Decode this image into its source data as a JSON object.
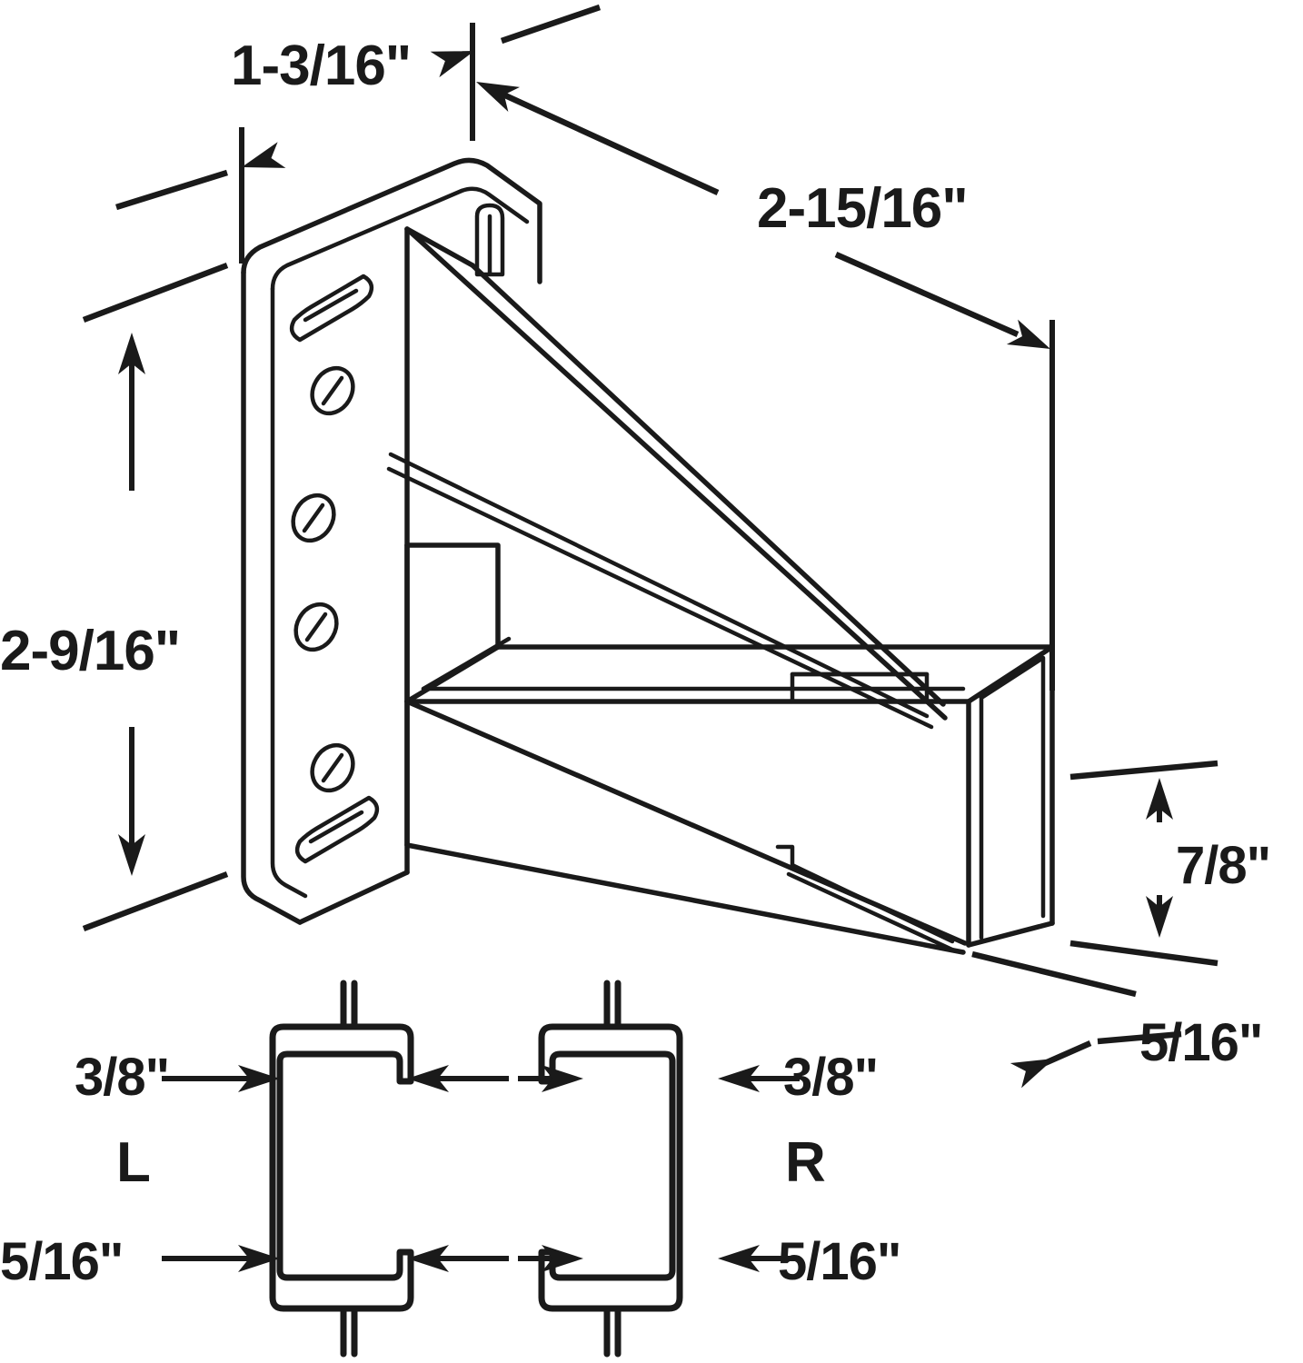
{
  "drawing": {
    "title": "Drawer Slide Bracket Dimension Drawing",
    "units": "inches",
    "line_color": "#1a1a1a",
    "background_color": "#ffffff"
  },
  "dimensions": {
    "depth_top": "1-3/16\"",
    "width_top": "2-15/16\"",
    "height_left": "2-9/16\"",
    "channel_height_right": "7/8\"",
    "flange_right": "5/16\"",
    "left_profile_top": "3/8\"",
    "left_profile_bottom": "5/16\"",
    "right_profile_top": "3/8\"",
    "right_profile_bottom": "5/16\""
  },
  "profiles": {
    "left_label": "L",
    "right_label": "R"
  },
  "icons": {
    "arrow": "arrow-head",
    "slot": "oblong-slot",
    "hole": "round-hole"
  }
}
